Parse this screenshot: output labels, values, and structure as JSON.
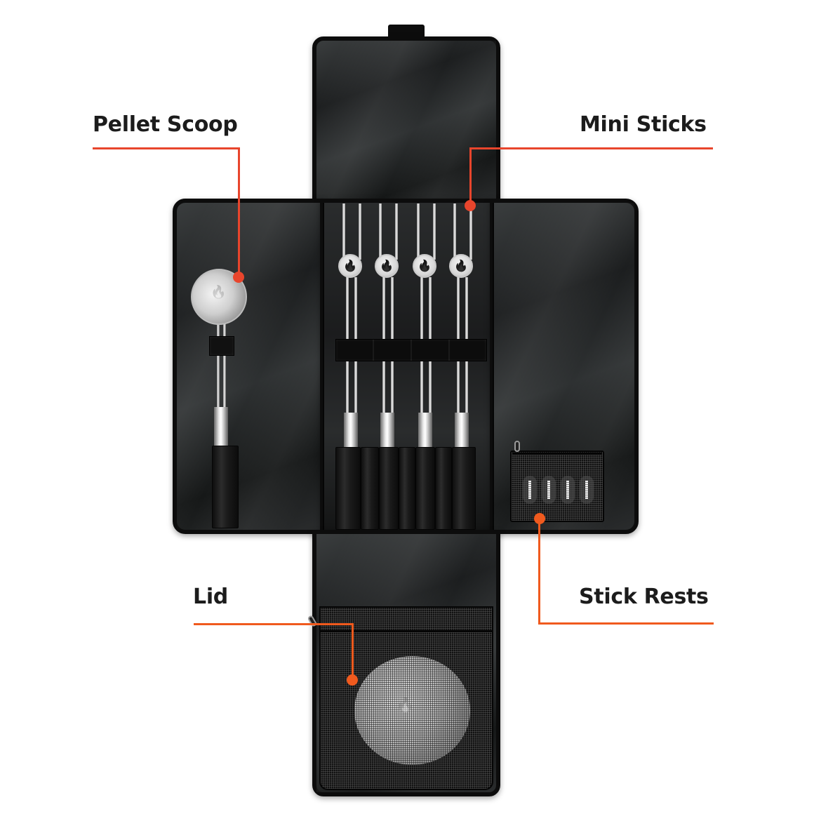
{
  "callouts": {
    "pellet_scoop": {
      "label": "Pellet Scoop"
    },
    "mini_sticks": {
      "label": "Mini Sticks"
    },
    "lid": {
      "label": "Lid"
    },
    "stick_rests": {
      "label": "Stick Rests"
    }
  },
  "product": {
    "case_color": "#1c1e1f",
    "callout_color": "#e8452c",
    "mini_stick_count": 4,
    "stick_rest_count": 4,
    "icons": {
      "stick_head": "flame-icon",
      "scoop": "flame-icon",
      "lid": "flame-icon"
    },
    "glyphs": {
      "flame": "🔥"
    }
  }
}
